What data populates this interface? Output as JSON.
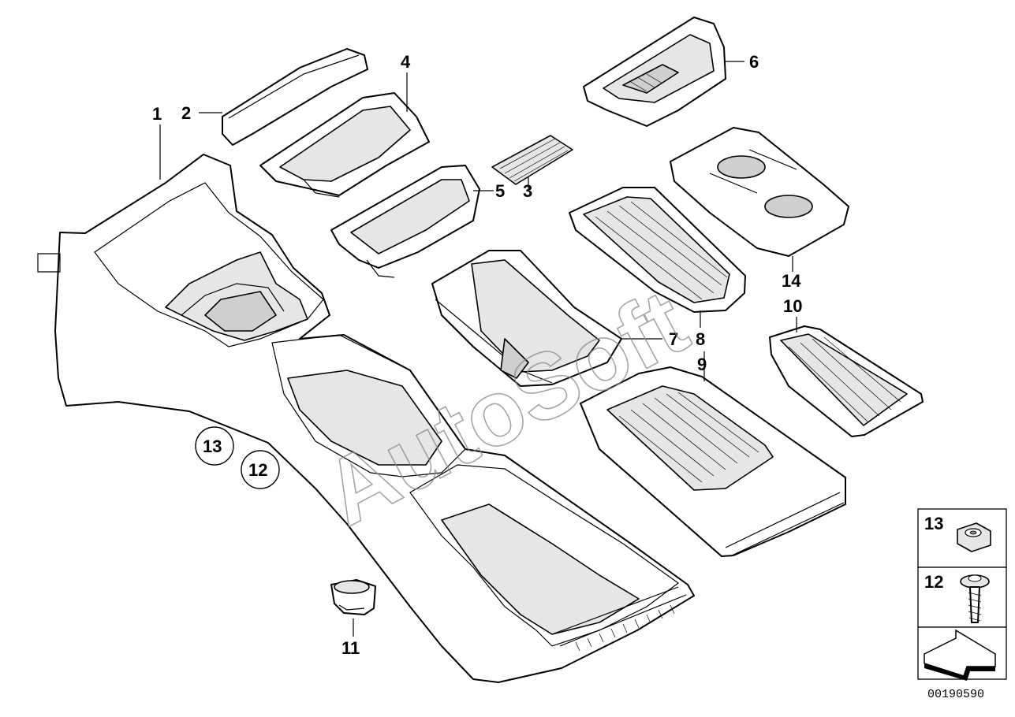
{
  "diagram": {
    "callouts": [
      "1",
      "2",
      "3",
      "4",
      "5",
      "6",
      "7",
      "8",
      "9",
      "10",
      "11",
      "14"
    ],
    "circled_callouts": [
      "13",
      "12"
    ],
    "watermark": "AutoSoft",
    "legend": {
      "items": [
        "13",
        "12"
      ]
    },
    "drawing_number": "00190590"
  }
}
